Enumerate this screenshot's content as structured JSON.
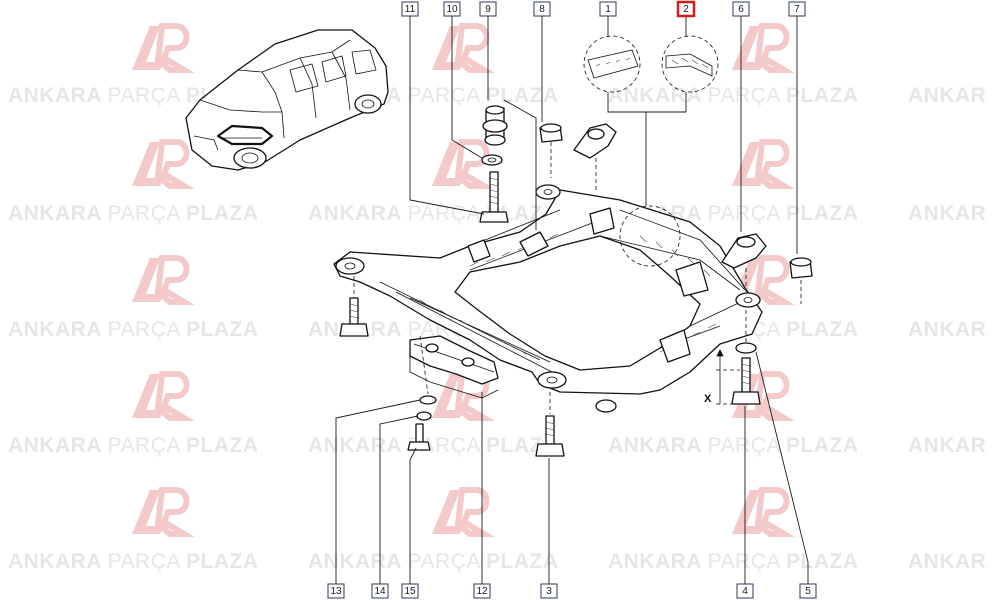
{
  "watermark": {
    "word1": "ANKARA",
    "word2": "PARÇA",
    "word3": "PLAZA",
    "tail": "ANKAR",
    "logo_color": "#f3c9c9",
    "text_color": "#e6e6e6"
  },
  "dimension_label": "X",
  "highlight_color": "#cc1f1f",
  "callouts": [
    {
      "id": "c11",
      "num": "11"
    },
    {
      "id": "c10",
      "num": "10"
    },
    {
      "id": "c9",
      "num": "9"
    },
    {
      "id": "c8",
      "num": "8"
    },
    {
      "id": "c1",
      "num": "1"
    },
    {
      "id": "c2",
      "num": "2",
      "highlighted": true
    },
    {
      "id": "c6",
      "num": "6"
    },
    {
      "id": "c7",
      "num": "7"
    },
    {
      "id": "c13",
      "num": "13"
    },
    {
      "id": "c14",
      "num": "14"
    },
    {
      "id": "c15",
      "num": "15"
    },
    {
      "id": "c12",
      "num": "12"
    },
    {
      "id": "c3",
      "num": "3"
    },
    {
      "id": "c4",
      "num": "4"
    },
    {
      "id": "c5",
      "num": "5"
    }
  ]
}
